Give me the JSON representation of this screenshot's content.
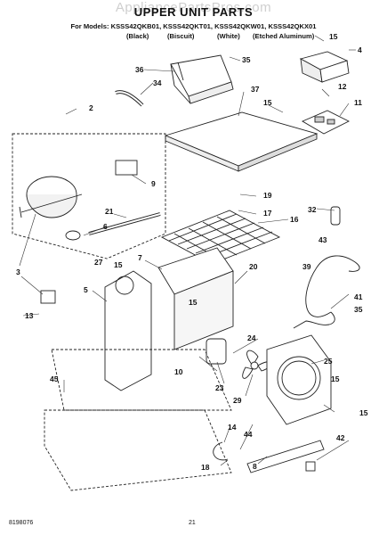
{
  "watermark": "AppliancePartsPros.com",
  "title": "UPPER UNIT PARTS",
  "models_line": "For Models: KSSS42QKB01, KSSS42QKT01, KSSS42QKW01, KSSS42QKX01",
  "finishes": [
    "(Black)",
    "(Biscuit)",
    "(White)",
    "(Etched Aluminum)"
  ],
  "part_labels": [
    "36",
    "35",
    "15",
    "4",
    "34",
    "37",
    "12",
    "2",
    "15",
    "11",
    "9",
    "3",
    "19",
    "17",
    "32",
    "16",
    "21",
    "6",
    "43",
    "39",
    "20",
    "7",
    "27",
    "15",
    "5",
    "41",
    "15",
    "35",
    "13",
    "24",
    "25",
    "23",
    "29",
    "10",
    "15",
    "45",
    "15",
    "14",
    "44",
    "42",
    "18",
    "8"
  ],
  "footer": {
    "doc_number": "8198076",
    "page_number": "21"
  }
}
